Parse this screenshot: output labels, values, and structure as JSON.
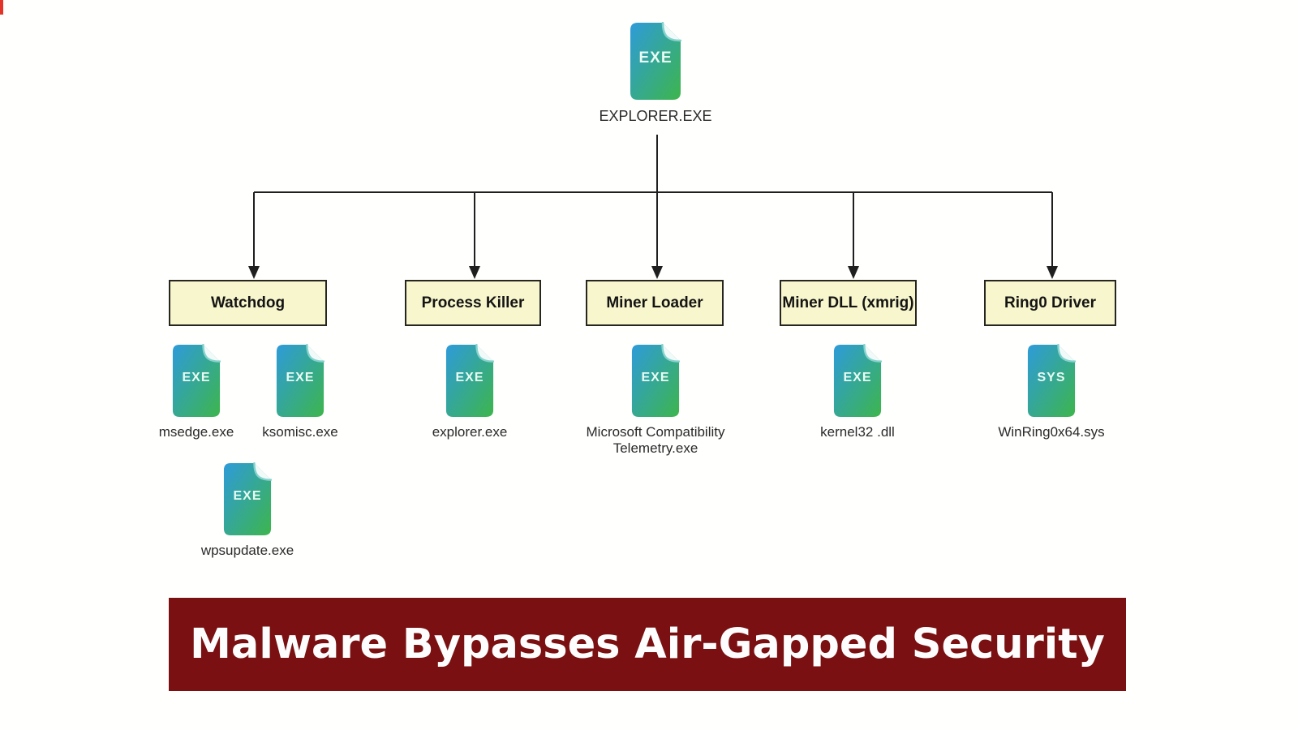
{
  "root_node": {
    "badge": "EXE",
    "label": "EXPLORER.EXE"
  },
  "groups": [
    {
      "label": "Watchdog",
      "children": [
        {
          "badge": "EXE",
          "name": "msedge.exe"
        },
        {
          "badge": "EXE",
          "name": "ksomisc.exe"
        },
        {
          "badge": "EXE",
          "name": "wpsupdate.exe"
        }
      ]
    },
    {
      "label": "Process Killer",
      "children": [
        {
          "badge": "EXE",
          "name": "explorer.exe"
        }
      ]
    },
    {
      "label": "Miner Loader",
      "children": [
        {
          "badge": "EXE",
          "name": "Microsoft Compatibility Telemetry.exe"
        }
      ]
    },
    {
      "label": "Miner DLL (xmrig)",
      "children": [
        {
          "badge": "EXE",
          "name": "kernel32 .dll"
        }
      ]
    },
    {
      "label": "Ring0 Driver",
      "children": [
        {
          "badge": "SYS",
          "name": "WinRing0x64.sys"
        }
      ]
    }
  ],
  "banner": {
    "title": "Malware Bypasses Air-Gapped Security"
  },
  "colors": {
    "banner_bg": "#7a1011",
    "banner_text": "#fdfdfd",
    "box_fill": "#f8f6cd",
    "box_border": "#26261f",
    "connector": "#1f1f1f",
    "icon_gradient_start": "#2e9bd9",
    "icon_gradient_end": "#3db54c",
    "fold_accent": "#85d2cd",
    "corner_mark": "#e3342a"
  }
}
